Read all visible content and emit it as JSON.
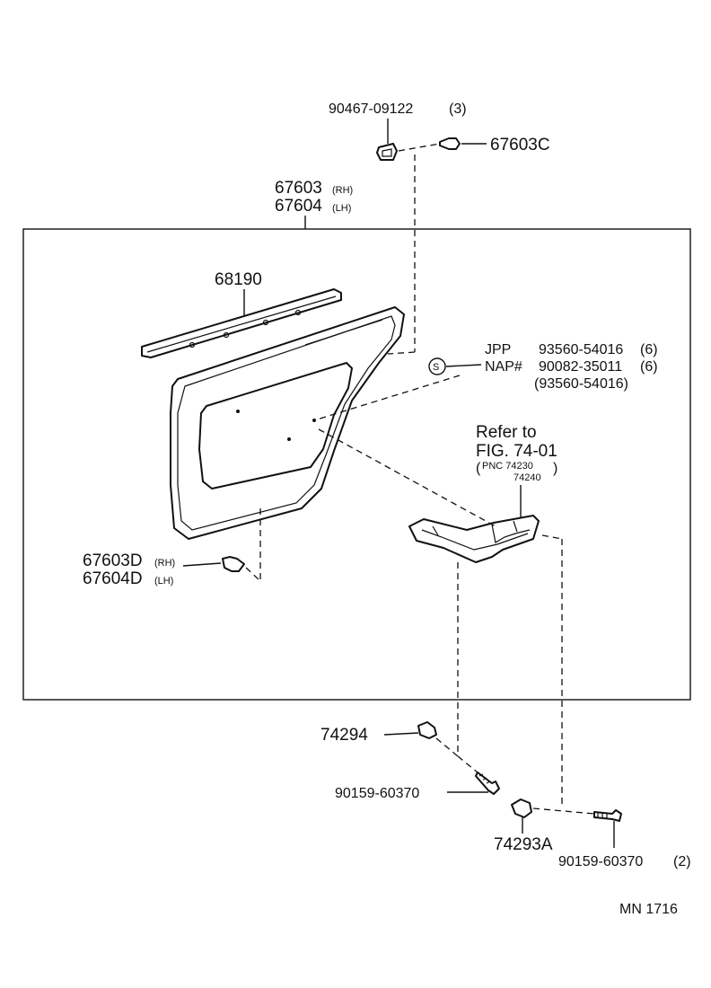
{
  "labels": {
    "clip_90467": "90467-09122",
    "clip_90467_qty": "(3)",
    "part_67603C": "67603C",
    "panel_rh": "67603",
    "panel_rh_side": "(RH)",
    "panel_lh": "67604",
    "panel_lh_side": "(LH)",
    "weatherstrip": "68190",
    "jpp": "JPP",
    "jpp_part": "93560-54016",
    "jpp_qty": "(6)",
    "nap": "NAP#",
    "nap_part": "90082-35011",
    "nap_qty": "(6)",
    "nap_alt": "(93560-54016)",
    "s_symbol": "S",
    "refer_to": "Refer to",
    "fig_ref": "FIG. 74-01",
    "pnc_open": "(",
    "pnc": "PNC 74230",
    "pnc2": "74240",
    "pnc_close": ")",
    "clip_d_rh": "67603D",
    "clip_d_rh_side": "(RH)",
    "clip_d_lh": "67604D",
    "clip_d_lh_side": "(LH)",
    "cap_74294": "74294",
    "screw_90159": "90159-60370",
    "cap_74293A": "74293A",
    "screw_90159_b": "90159-60370",
    "screw_90159_b_qty": "(2)",
    "page_code": "MN  1716"
  }
}
